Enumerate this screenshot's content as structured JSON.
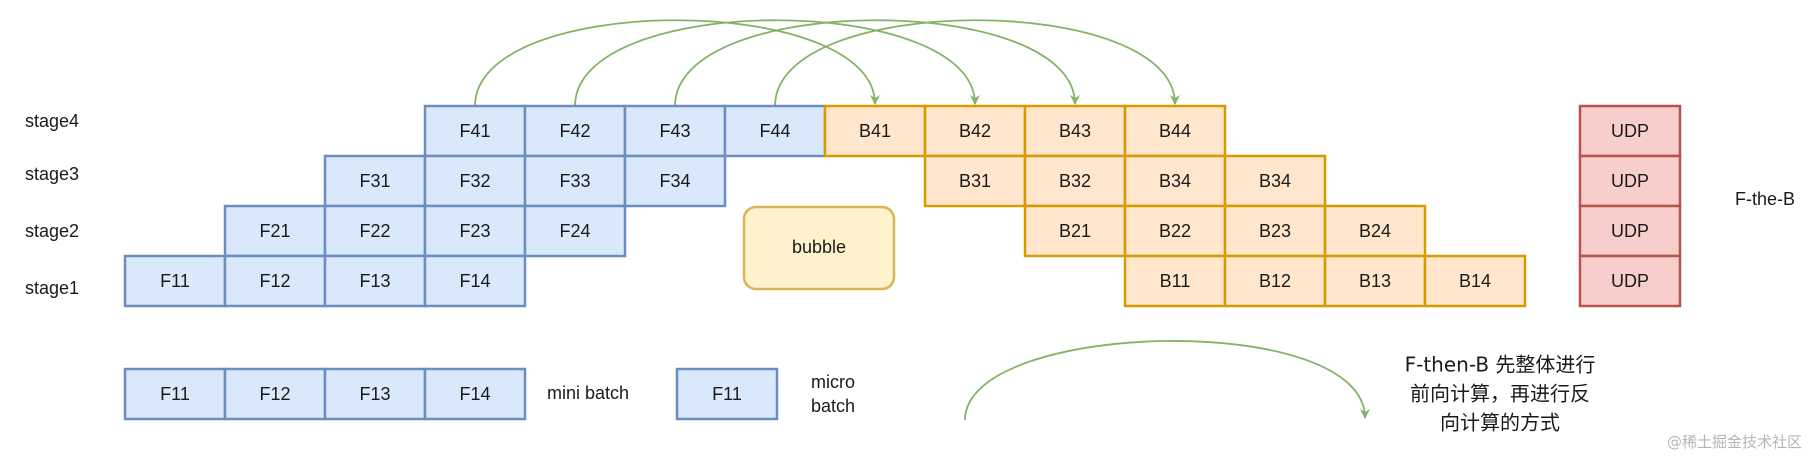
{
  "colors": {
    "forward_fill": "#dae8fc",
    "forward_stroke": "#6c8ebf",
    "backward_fill": "#ffe6cc",
    "backward_stroke": "#d79b00",
    "update_fill": "#f8cecc",
    "update_stroke": "#b85450",
    "bubble_fill": "#fff2cc",
    "bubble_stroke": "#d6b656",
    "arrow": "#82b366"
  },
  "stages": [
    {
      "id": "stage4",
      "label": "stage4",
      "forward": [
        "F41",
        "F42",
        "F43",
        "F44"
      ],
      "backward": [
        "B41",
        "B42",
        "B43",
        "B44"
      ]
    },
    {
      "id": "stage3",
      "label": "stage3",
      "forward": [
        "F31",
        "F32",
        "F33",
        "F34"
      ],
      "backward": [
        "B31",
        "B32",
        "B34",
        "B34"
      ]
    },
    {
      "id": "stage2",
      "label": "stage2",
      "forward": [
        "F21",
        "F22",
        "F23",
        "F24"
      ],
      "backward": [
        "B21",
        "B22",
        "B23",
        "B24"
      ]
    },
    {
      "id": "stage1",
      "label": "stage1",
      "forward": [
        "F11",
        "F12",
        "F13",
        "F14"
      ],
      "backward": [
        "B11",
        "B12",
        "B13",
        "B14"
      ]
    }
  ],
  "update_label": "UDP",
  "bubble_label": "bubble",
  "schedule_label": "F-the-B",
  "legend": {
    "mini_batch_cells": [
      "F11",
      "F12",
      "F13",
      "F14"
    ],
    "mini_batch_label": "mini batch",
    "micro_batch_cell": "F11",
    "micro_batch_label_line1": "micro",
    "micro_batch_label_line2": "batch"
  },
  "description_lines": [
    "F-then-B 先整体进行",
    "前向计算，再进行反",
    "向计算的方式"
  ],
  "watermark": "@稀土掘金技术社区"
}
